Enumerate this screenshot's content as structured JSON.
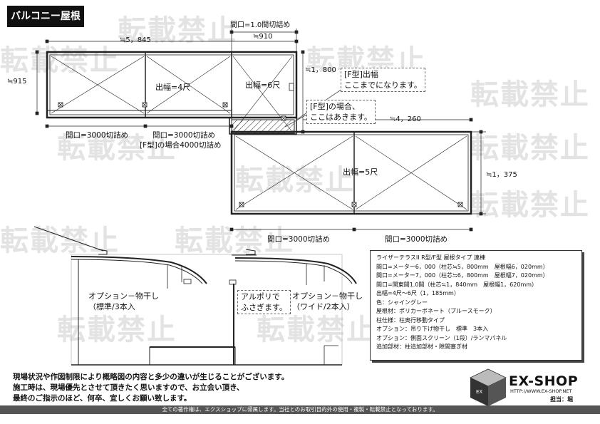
{
  "title": "バルコニー屋根",
  "watermark": "転載禁止",
  "dimensions": {
    "top_width": "≒5，845",
    "opening_1m": "間口=1.0間切詰め",
    "width_910": "≒910",
    "height_915": "≒915",
    "height_1800": "≒1，800",
    "width_4260": "≒4，260",
    "height_1375": "≒1，375"
  },
  "labels": {
    "depth_4": "出幅=4尺",
    "depth_6": "出幅=6尺",
    "depth_5": "出幅=5尺",
    "opening_a": "間口=3000切詰め",
    "opening_b": "間口=3000切詰め",
    "opening_b_note": "[F型]の場合4000切詰め",
    "opening_c": "間口=3000切詰め",
    "opening_d": "間口=3000切詰め"
  },
  "callouts": {
    "f_type_depth": [
      "[F型]出幅",
      "ここまでになります。"
    ],
    "f_type_open": [
      "[F型]の場合、",
      "ここはあきます。"
    ],
    "option_std": [
      "オプション－物干し",
      "（標準/3本入"
    ],
    "aluminum": [
      "アルポリで",
      "ふさぎます。"
    ],
    "option_wide": [
      "オプション－物干し",
      "（ワイド/2本入）"
    ]
  },
  "spec_lines": [
    "ライザーテラスII R型/F型 屋根タイプ 連棟",
    "間口=メーター6，000（柱芯≒5，800mm　屋根幅6，020mm）",
    "間口=メーター7，000（柱芯≒6，800mm　屋根幅7，020mm）",
    "間口=関東間1.0間（柱芯≒1，840mm　屋根幅1，620mm）",
    "出幅=4尺～6尺（1，185mm）",
    "色：シャイングレー",
    "屋根材：ポリカーボネート（ブルースモーク）",
    "柱仕様：柱奥行移動タイプ",
    "オプション：吊り下げ物干し　標準　3本入",
    "オプション：側面スクリーン（1段）/ランマパネル",
    "追加部材：柱追加部材・隙間塞ぎ材"
  ],
  "notes": [
    "現場状況や作図制限により概略図の内容と多少の違いが生じることがございます。",
    "施工時は、現場優先とさせて頂きたく思いますので、お立会い頂き、",
    "最終のご指示のほど、何卒、宜しくお願い致します。"
  ],
  "footer": "全ての著作権は、エクスショップに帰属します。当社とのお取引目的外の使用・複製・転載禁止となっております。",
  "logo": {
    "name": "EX-SHOP",
    "url": "HTTP://WWW.EX-SHOP.NET",
    "author": "担当：堀"
  }
}
